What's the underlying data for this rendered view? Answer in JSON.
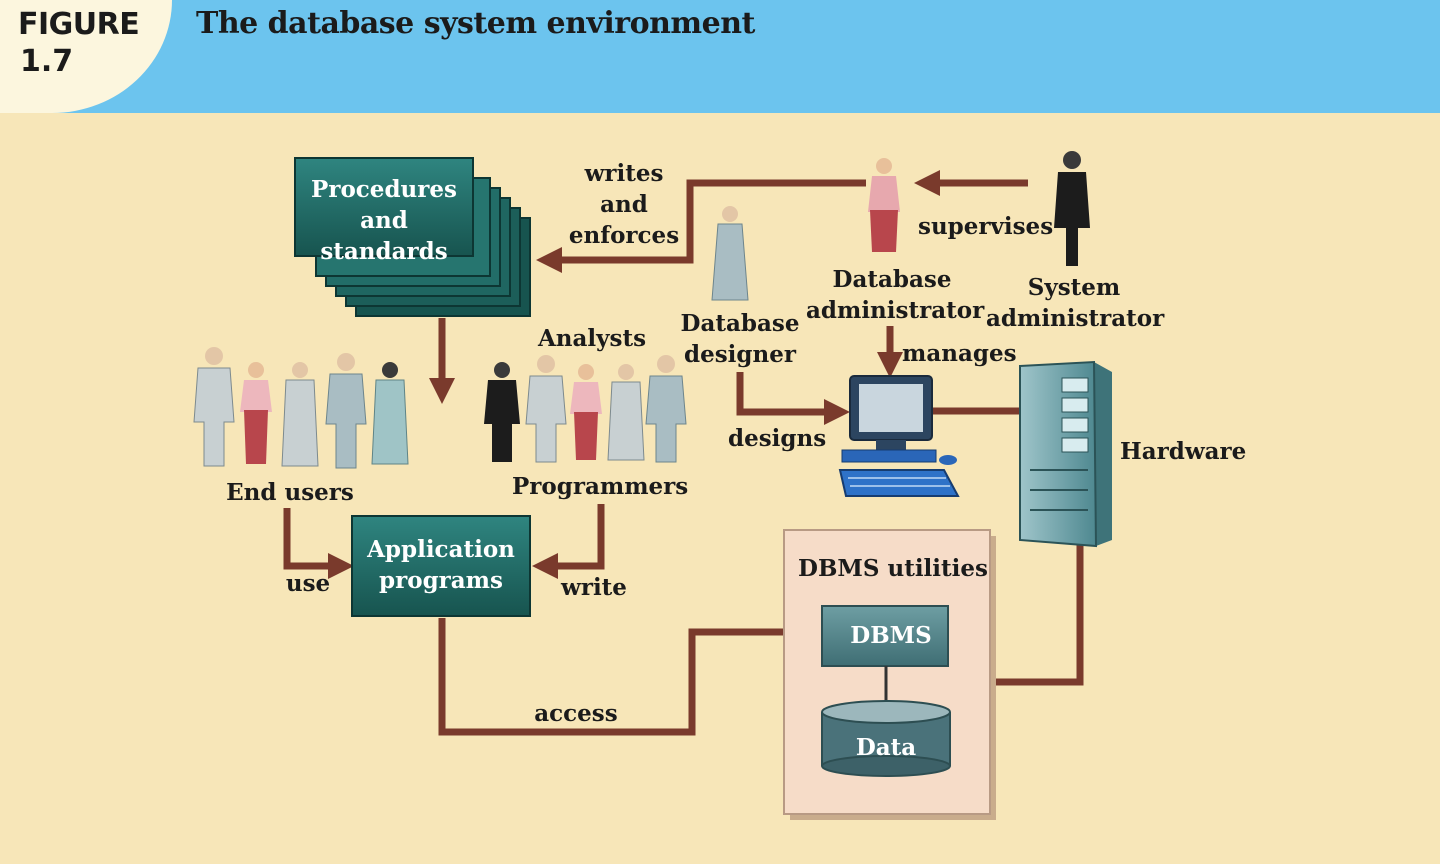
{
  "header": {
    "figure_label": "FIGURE",
    "figure_number": "1.7",
    "title": "The database system environment"
  },
  "nodes": {
    "procedures": "Procedures\nand standards",
    "application_programs": "Application\nprograms",
    "dbms_utilities": "DBMS utilities",
    "dbms": "DBMS",
    "data": "Data",
    "hardware": "Hardware"
  },
  "people": {
    "end_users": "End users",
    "analysts": "Analysts",
    "programmers": "Programmers",
    "database_designer": "Database\ndesigner",
    "database_administrator": "Database\nadministrator",
    "system_administrator": "System\nadministrator"
  },
  "relations": {
    "writes_and_enforces": "writes\nand\nenforces",
    "supervises": "supervises",
    "manages": "manages",
    "designs": "designs",
    "use": "use",
    "write": "write",
    "access": "access"
  },
  "colors": {
    "header_blue": "#6CC4EE",
    "background": "#F7E6B8",
    "box_teal": "#1F6B66",
    "arrow_brown": "#7A3A2C",
    "dbms_panel": "#F6DCC8",
    "dbms_box": "#4E8288"
  }
}
